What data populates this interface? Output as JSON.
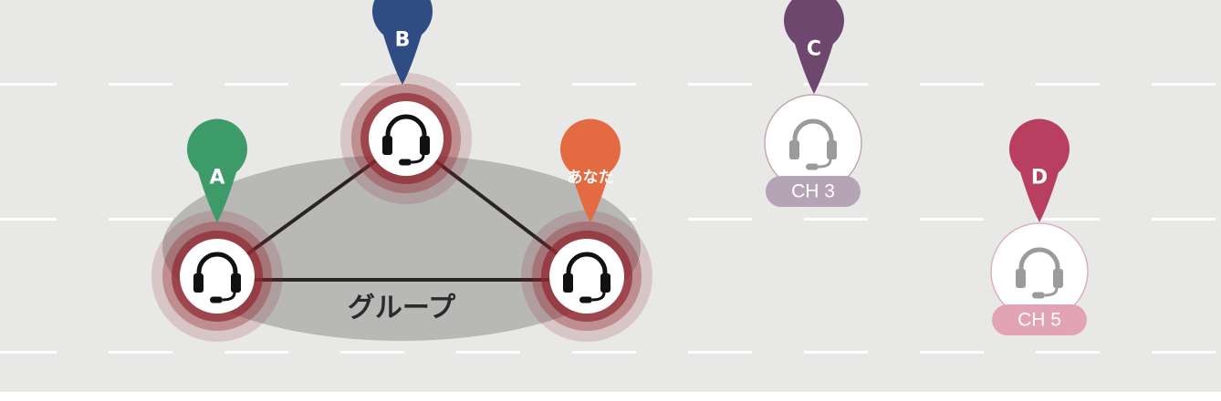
{
  "colors": {
    "background": "#e8e8e6",
    "lane_dash": "#ffffff",
    "group_area": "#b8b8b6",
    "ripple": "#8e2830",
    "link_line": "#2a2424",
    "pin_A": "#3d9a69",
    "pin_B": "#2f4d82",
    "pin_you": "#e46a42",
    "pin_C": "#6e476f",
    "pin_D": "#b83f60",
    "channel_3": "#b5a3b6",
    "channel_5": "#e3a3b6",
    "inactive_icon": "#9b9b9b"
  },
  "group": {
    "label": "グループ"
  },
  "nodes": [
    {
      "id": "A",
      "pin_label": "A",
      "pin_color": "#3d9a69",
      "state": "grouped",
      "icon": "headset-icon"
    },
    {
      "id": "B",
      "pin_label": "B",
      "pin_color": "#2f4d82",
      "state": "grouped",
      "icon": "headset-icon"
    },
    {
      "id": "you",
      "pin_label": "あなた",
      "pin_color": "#e46a42",
      "state": "grouped",
      "icon": "headset-icon"
    },
    {
      "id": "C",
      "pin_label": "C",
      "pin_color": "#6e476f",
      "state": "channel",
      "channel_label": "CH 3",
      "channel_color": "#b5a3b6",
      "ring_color": "#c2a9ad",
      "icon": "headset-icon"
    },
    {
      "id": "D",
      "pin_label": "D",
      "pin_color": "#b83f60",
      "state": "channel",
      "channel_label": "CH 5",
      "channel_color": "#e3a3b6",
      "ring_color": "#dcb0bb",
      "icon": "headset-icon"
    }
  ],
  "links": [
    [
      "A",
      "B"
    ],
    [
      "B",
      "you"
    ],
    [
      "A",
      "you"
    ]
  ]
}
